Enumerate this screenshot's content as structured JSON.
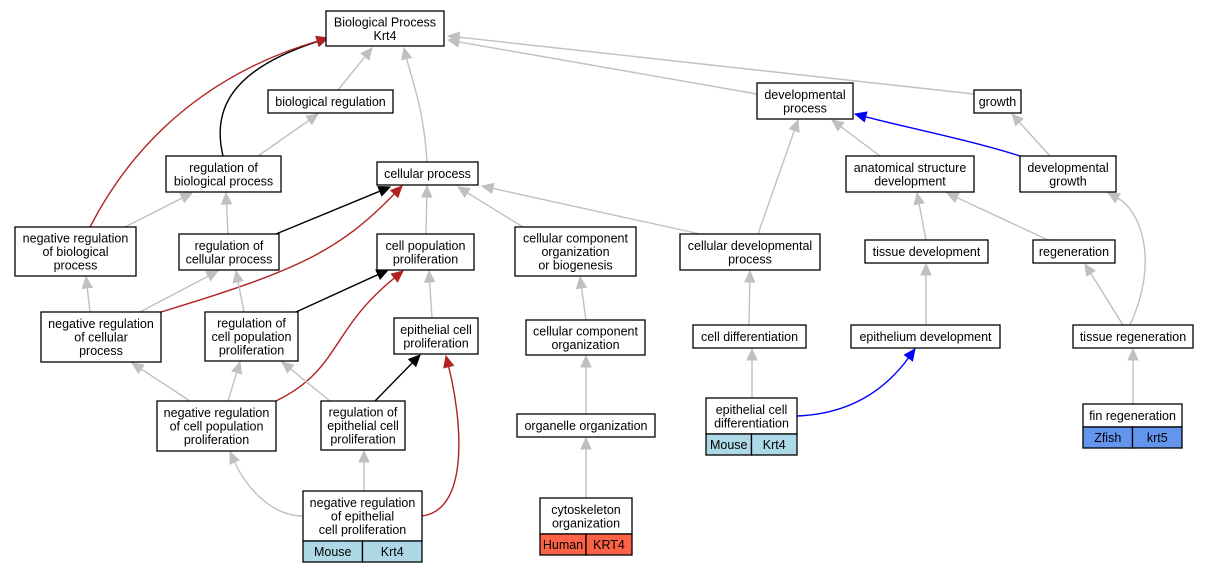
{
  "nodes": [
    {
      "id": "bp",
      "lines": [
        "Biological Process",
        "Krt4"
      ]
    },
    {
      "id": "breg",
      "lines": [
        "biological regulation"
      ]
    },
    {
      "id": "devproc",
      "lines": [
        "developmental",
        "process"
      ]
    },
    {
      "id": "growth",
      "lines": [
        "growth"
      ]
    },
    {
      "id": "regbp",
      "lines": [
        "regulation of",
        "biological process"
      ]
    },
    {
      "id": "cellproc",
      "lines": [
        "cellular process"
      ]
    },
    {
      "id": "asd",
      "lines": [
        "anatomical structure",
        "development"
      ]
    },
    {
      "id": "devgrowth",
      "lines": [
        "developmental",
        "growth"
      ]
    },
    {
      "id": "negregbp",
      "lines": [
        "negative regulation",
        "of biological",
        "process"
      ]
    },
    {
      "id": "regcp",
      "lines": [
        "regulation of",
        "cellular process"
      ]
    },
    {
      "id": "cpp",
      "lines": [
        "cell population",
        "proliferation"
      ]
    },
    {
      "id": "ccob",
      "lines": [
        "cellular component",
        "organization",
        "or biogenesis"
      ]
    },
    {
      "id": "cdp",
      "lines": [
        "cellular developmental",
        "process"
      ]
    },
    {
      "id": "tissuedev",
      "lines": [
        "tissue development"
      ]
    },
    {
      "id": "regen",
      "lines": [
        "regeneration"
      ]
    },
    {
      "id": "negregcp",
      "lines": [
        "negative regulation",
        "of cellular",
        "process"
      ]
    },
    {
      "id": "regcpp",
      "lines": [
        "regulation of",
        "cell population",
        "proliferation"
      ]
    },
    {
      "id": "epcp",
      "lines": [
        "epithelial cell",
        "proliferation"
      ]
    },
    {
      "id": "cco",
      "lines": [
        "cellular component",
        "organization"
      ]
    },
    {
      "id": "celldiff",
      "lines": [
        "cell differentiation"
      ]
    },
    {
      "id": "epidev",
      "lines": [
        "epithelium development"
      ]
    },
    {
      "id": "tissueregen",
      "lines": [
        "tissue regeneration"
      ]
    },
    {
      "id": "negregcpp",
      "lines": [
        "negative regulation",
        "of cell population",
        "proliferation"
      ]
    },
    {
      "id": "regepcp",
      "lines": [
        "regulation of",
        "epithelial cell",
        "proliferation"
      ]
    },
    {
      "id": "orgorg",
      "lines": [
        "organelle organization"
      ]
    },
    {
      "id": "epcd",
      "lines": [
        "epithelial cell",
        "differentiation"
      ],
      "tags": [
        "Mouse",
        "Krt4"
      ],
      "tag_color": "#add8e6"
    },
    {
      "id": "finregen",
      "lines": [
        "fin regeneration"
      ],
      "tags": [
        "Zfish",
        "krt5"
      ],
      "tag_color": "#6495ed"
    },
    {
      "id": "negregepcp",
      "lines": [
        "negative regulation",
        "of epithelial",
        "cell proliferation"
      ],
      "tags": [
        "Mouse",
        "Krt4"
      ],
      "tag_color": "#add8e6"
    },
    {
      "id": "cytoorg",
      "lines": [
        "cytoskeleton",
        "organization"
      ],
      "tags": [
        "Human",
        "KRT4"
      ],
      "tag_color": "#ff6347"
    }
  ],
  "edges": [
    {
      "from": "breg",
      "to": "bp",
      "kind": "is_a",
      "color": "#c0c0c0"
    },
    {
      "from": "cellproc",
      "to": "bp",
      "kind": "is_a",
      "color": "#c0c0c0"
    },
    {
      "from": "devproc",
      "to": "bp",
      "kind": "is_a",
      "color": "#c0c0c0"
    },
    {
      "from": "growth",
      "to": "bp",
      "kind": "is_a",
      "color": "#c0c0c0"
    },
    {
      "from": "regbp",
      "to": "breg",
      "kind": "is_a",
      "color": "#c0c0c0"
    },
    {
      "from": "regbp",
      "to": "bp",
      "kind": "regulates",
      "color": "#000000"
    },
    {
      "from": "negregbp",
      "to": "bp",
      "kind": "negatively_regulates",
      "color": "#b22222"
    },
    {
      "from": "negregbp",
      "to": "regbp",
      "kind": "is_a",
      "color": "#c0c0c0"
    },
    {
      "from": "regcp",
      "to": "regbp",
      "kind": "is_a",
      "color": "#c0c0c0"
    },
    {
      "from": "regcp",
      "to": "cellproc",
      "kind": "regulates",
      "color": "#000000"
    },
    {
      "from": "negregcp",
      "to": "cellproc",
      "kind": "negatively_regulates",
      "color": "#b22222"
    },
    {
      "from": "negregcp",
      "to": "negregbp",
      "kind": "is_a",
      "color": "#c0c0c0"
    },
    {
      "from": "negregcp",
      "to": "regcp",
      "kind": "is_a",
      "color": "#c0c0c0"
    },
    {
      "from": "cpp",
      "to": "cellproc",
      "kind": "is_a",
      "color": "#c0c0c0"
    },
    {
      "from": "ccob",
      "to": "cellproc",
      "kind": "is_a",
      "color": "#c0c0c0"
    },
    {
      "from": "cdp",
      "to": "cellproc",
      "kind": "is_a",
      "color": "#c0c0c0"
    },
    {
      "from": "cdp",
      "to": "devproc",
      "kind": "is_a",
      "color": "#c0c0c0"
    },
    {
      "from": "asd",
      "to": "devproc",
      "kind": "is_a",
      "color": "#c0c0c0"
    },
    {
      "from": "devgrowth",
      "to": "devproc",
      "kind": "part_of",
      "color": "#0000ff"
    },
    {
      "from": "devgrowth",
      "to": "growth",
      "kind": "is_a",
      "color": "#c0c0c0"
    },
    {
      "from": "tissuedev",
      "to": "asd",
      "kind": "is_a",
      "color": "#c0c0c0"
    },
    {
      "from": "regen",
      "to": "asd",
      "kind": "is_a",
      "color": "#c0c0c0"
    },
    {
      "from": "regcpp",
      "to": "regcp",
      "kind": "is_a",
      "color": "#c0c0c0"
    },
    {
      "from": "regcpp",
      "to": "cpp",
      "kind": "regulates",
      "color": "#000000"
    },
    {
      "from": "epcp",
      "to": "cpp",
      "kind": "is_a",
      "color": "#c0c0c0"
    },
    {
      "from": "cco",
      "to": "ccob",
      "kind": "is_a",
      "color": "#c0c0c0"
    },
    {
      "from": "celldiff",
      "to": "cdp",
      "kind": "is_a",
      "color": "#c0c0c0"
    },
    {
      "from": "epidev",
      "to": "tissuedev",
      "kind": "is_a",
      "color": "#c0c0c0"
    },
    {
      "from": "tissueregen",
      "to": "regen",
      "kind": "is_a",
      "color": "#c0c0c0"
    },
    {
      "from": "tissueregen",
      "to": "devgrowth",
      "kind": "is_a",
      "color": "#c0c0c0"
    },
    {
      "from": "negregcpp",
      "to": "negregcp",
      "kind": "is_a",
      "color": "#c0c0c0"
    },
    {
      "from": "negregcpp",
      "to": "regcpp",
      "kind": "is_a",
      "color": "#c0c0c0"
    },
    {
      "from": "negregcpp",
      "to": "cpp",
      "kind": "negatively_regulates",
      "color": "#b22222"
    },
    {
      "from": "regepcp",
      "to": "regcpp",
      "kind": "is_a",
      "color": "#c0c0c0"
    },
    {
      "from": "regepcp",
      "to": "epcp",
      "kind": "regulates",
      "color": "#000000"
    },
    {
      "from": "orgorg",
      "to": "cco",
      "kind": "is_a",
      "color": "#c0c0c0"
    },
    {
      "from": "epcd",
      "to": "celldiff",
      "kind": "is_a",
      "color": "#c0c0c0"
    },
    {
      "from": "epcd",
      "to": "epidev",
      "kind": "part_of",
      "color": "#0000ff"
    },
    {
      "from": "finregen",
      "to": "tissueregen",
      "kind": "is_a",
      "color": "#c0c0c0"
    },
    {
      "from": "negregepcp",
      "to": "negregcpp",
      "kind": "is_a",
      "color": "#c0c0c0"
    },
    {
      "from": "negregepcp",
      "to": "regepcp",
      "kind": "is_a",
      "color": "#c0c0c0"
    },
    {
      "from": "negregepcp",
      "to": "epcp",
      "kind": "negatively_regulates",
      "color": "#b22222"
    },
    {
      "from": "cytoorg",
      "to": "orgorg",
      "kind": "is_a",
      "color": "#c0c0c0"
    }
  ]
}
